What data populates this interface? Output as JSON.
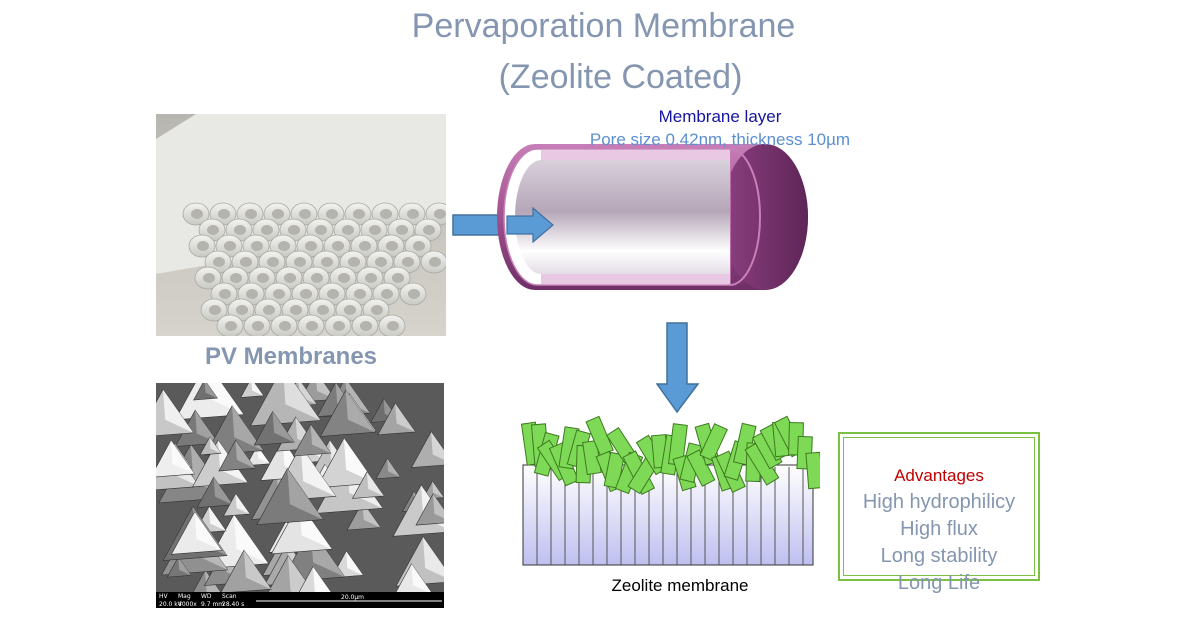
{
  "title": {
    "line1": "Pervaporation Membrane",
    "line2": "(Zeolite Coated)"
  },
  "membrane_layer": {
    "label": "Membrane layer",
    "detail": "Pore size 0.42nm, thickness 10µm"
  },
  "pv_label": "PV Membranes",
  "zeolite_label": "Zeolite membrane",
  "advantages": {
    "heading": "Advantages",
    "items": [
      "High hydrophilicy",
      "High flux",
      "Long stability",
      "Long Life"
    ]
  },
  "sem": {
    "hv": "HV",
    "mag": "Mag",
    "wd": "WD",
    "scan": "Scan",
    "hv_val": "20.0 kV",
    "mag_val": "4000x",
    "wd_val": "9.7 mm",
    "scan_val": "28.40 s",
    "scale": "20.0µm"
  },
  "colors": {
    "title": "#8496b0",
    "arrow": "#5b9bd5",
    "tube": "#a0508e",
    "crystal": "#7ed957",
    "support": "#c8c8f0",
    "advantage_head": "#c00000",
    "box": "#7bc043"
  }
}
